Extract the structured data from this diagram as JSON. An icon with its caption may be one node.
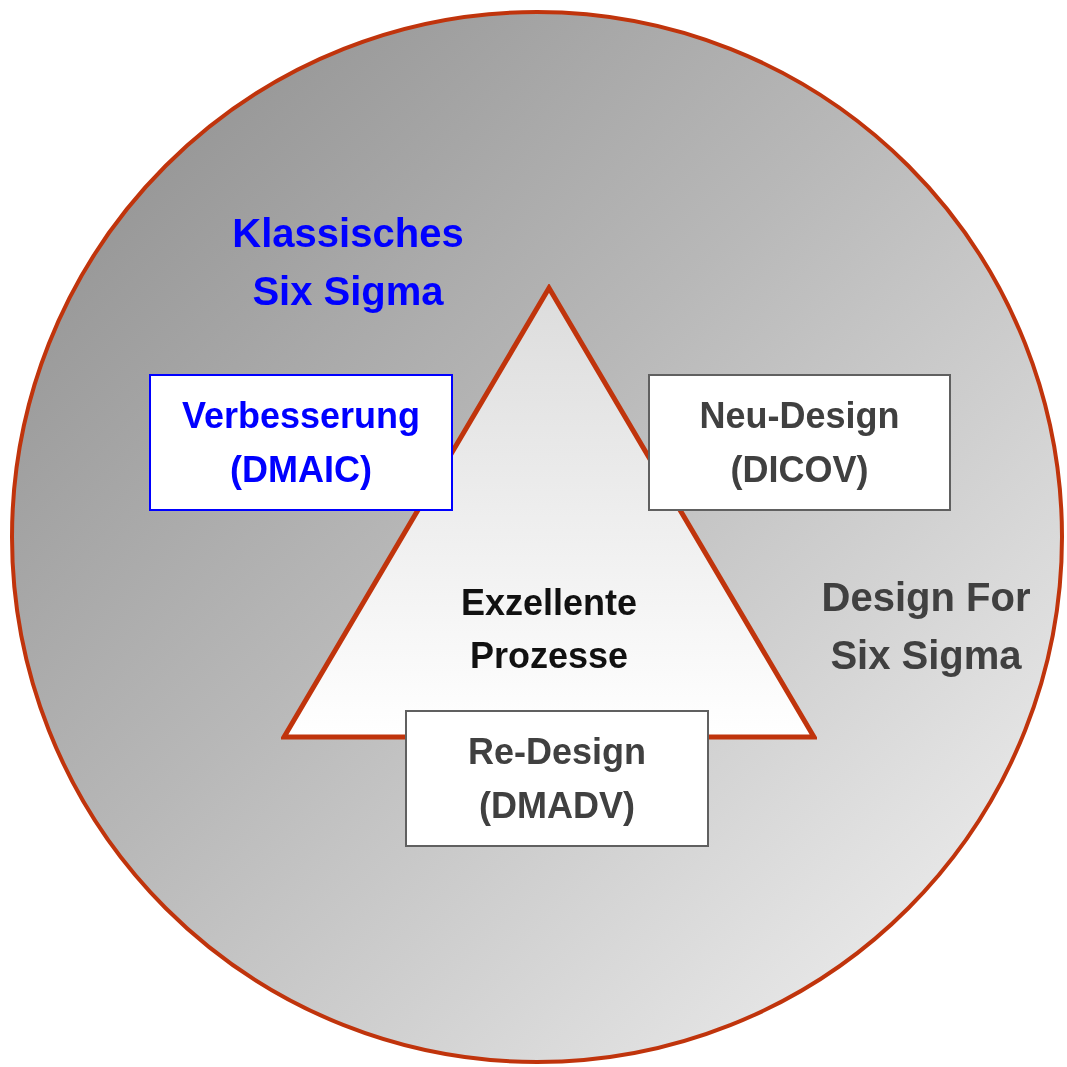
{
  "diagram": {
    "nodes": [
      {
        "text": [],
        "shape": "circle"
      },
      {
        "text": [
          "Verbesserung (DMAIC)"
        ],
        "in": 0
      },
      {
        "text": [
          "Neu-Design (DICOV)"
        ],
        "in": 0
      },
      {
        "text": [
          "Exzellente Prozesse"
        ],
        "in": 0
      },
      {
        "text": [
          "Re-Design (DMADV)"
        ],
        "in": 0
      }
    ],
    "edges": [],
    "labels": [
      "Klassisches Six Sigma",
      "Design For Six Sigma"
    ]
  }
}
